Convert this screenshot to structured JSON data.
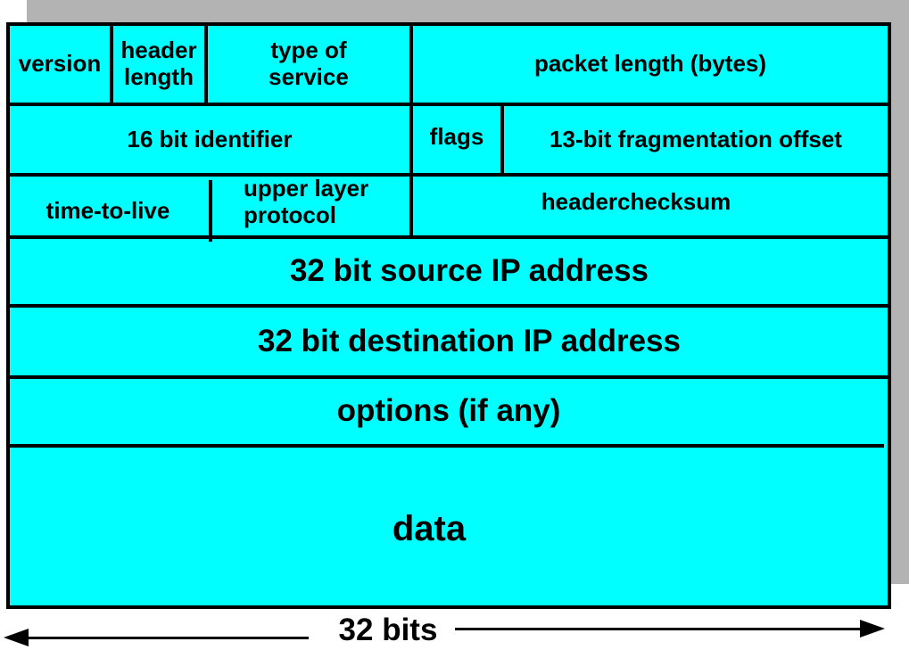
{
  "diagram": {
    "row1": {
      "version": "version",
      "header_length": "header\nlength",
      "type_of_service": "type of\nservice",
      "packet_length": "packet length (bytes)"
    },
    "row2": {
      "identifier": "16 bit identifier",
      "flags": "flags",
      "fragment_offset": "13-bit fragmentation offset"
    },
    "row3": {
      "ttl": "time-to-live",
      "upper_layer_protocol": "upper layer\nprotocol",
      "header_checksum": "headerchecksum"
    },
    "source_ip": "32 bit source IP address",
    "destination_ip": "32 bit destination IP address",
    "options": "options (if any)",
    "data": "data"
  },
  "footer": {
    "width_label": "32 bits"
  },
  "colors": {
    "field_fill": "#00ffff",
    "shadow": "#b3b3b3",
    "border": "#000000"
  }
}
